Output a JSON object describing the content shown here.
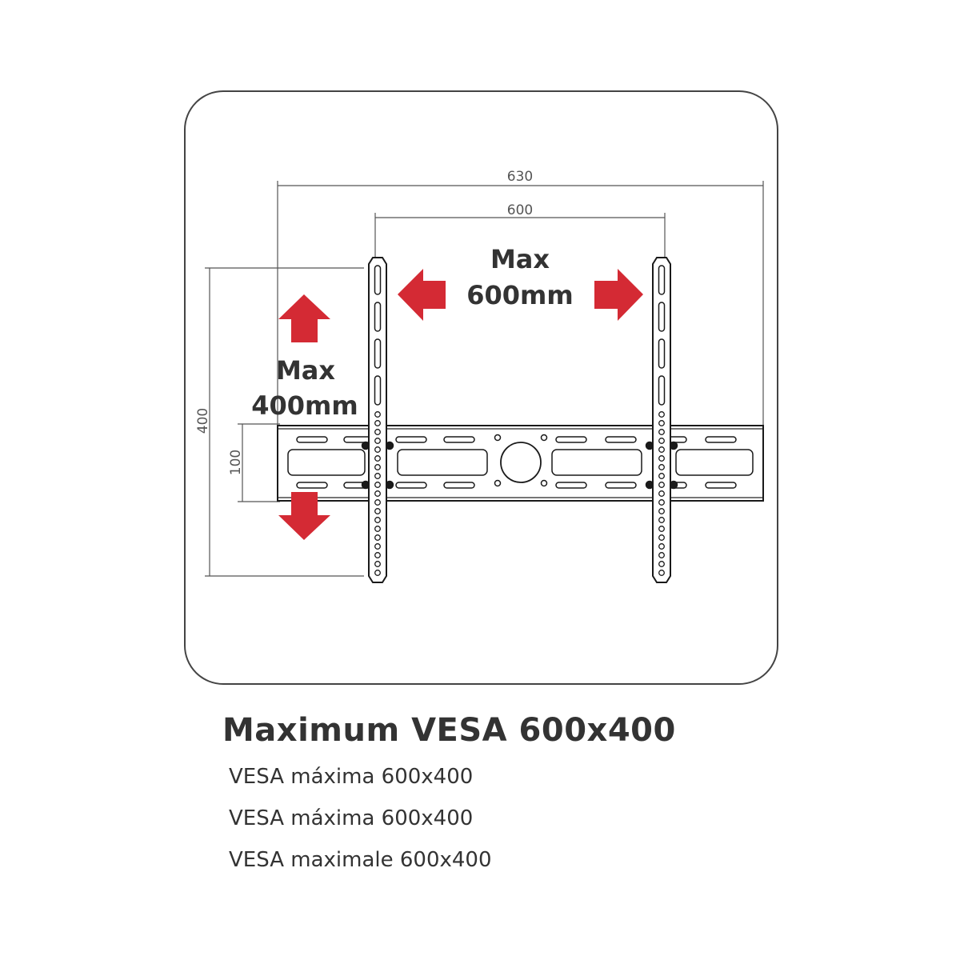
{
  "diagram": {
    "dimensions": {
      "outer_width": "630",
      "hole_width": "600",
      "hole_height": "400",
      "bracket_height": "100"
    },
    "callouts": {
      "horizontal": [
        "Max",
        "600mm"
      ],
      "vertical": [
        "Max",
        "400mm"
      ]
    },
    "colors": {
      "arrow": "#d42a34",
      "line": "#1a1a1a",
      "dimension": "#555555",
      "frame": "#444444",
      "text": "#333333"
    }
  },
  "captions": {
    "main": "Maximum VESA 600x400",
    "lines": [
      "VESA máxima 600x400",
      "VESA máxima 600x400",
      "VESA maximale 600x400"
    ]
  }
}
